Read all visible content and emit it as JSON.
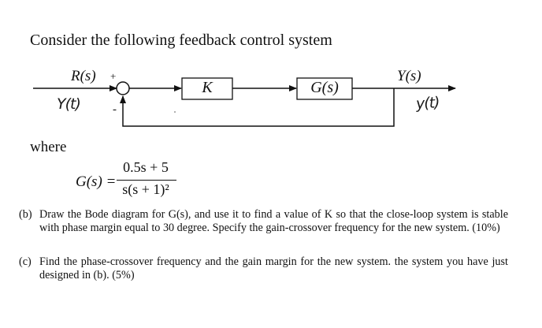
{
  "document": {
    "heading": "Consider the following feedback control system",
    "where_label": "where"
  },
  "diagram": {
    "input_label": "R(s)",
    "input_handwritten": "Y(t)",
    "plus_sign": "+",
    "minus_sign": "-",
    "controller_label": "K",
    "plant_label": "G(s)",
    "output_label": "Y(s)",
    "output_handwritten": "y(t)"
  },
  "formula": {
    "lhs": "G(s) =",
    "numerator": "0.5s + 5",
    "denominator": "s(s + 1)²"
  },
  "questions": [
    {
      "tag": "(b)",
      "text": "Draw the Bode diagram for G(s), and use it to find a value of K so that the close-loop system is stable with phase margin equal to 30 degree. Specify the gain-crossover frequency for the new system. (10%)"
    },
    {
      "tag": "(c)",
      "text": "Find the phase-crossover frequency and the gain margin for the new system. the system you have just designed in (b). (5%)"
    }
  ]
}
